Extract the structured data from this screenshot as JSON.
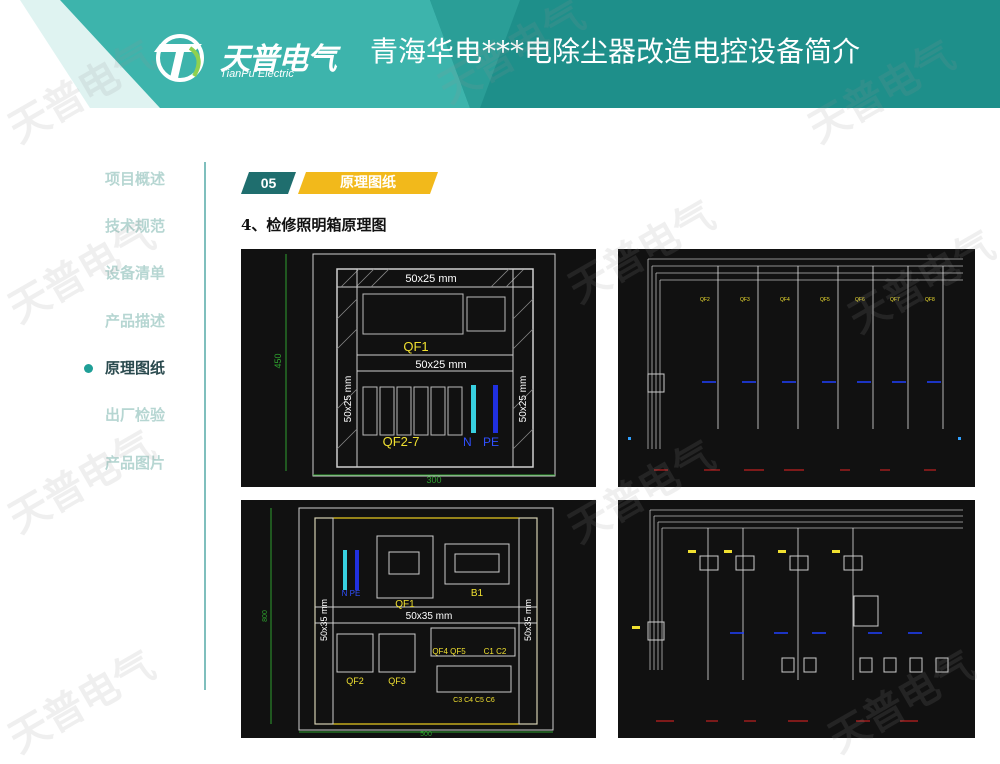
{
  "header": {
    "logo_text": "天普电气",
    "logo_sub": "TianPu Electric",
    "title": "青海华电***电除尘器改造电控设备简介"
  },
  "nav": {
    "items": [
      "项目概述",
      "技术规范",
      "设备清单",
      "产品描述",
      "原理图纸",
      "出厂检验",
      "产品图片"
    ],
    "active_index": 4
  },
  "section": {
    "number": "05",
    "label": "原理图纸"
  },
  "subtitle": "4、检修照明箱原理图",
  "drawing1": {
    "top_bar": "50x25 mm",
    "mid_bar": "50x25 mm",
    "side_left": "50x25 mm",
    "side_right": "50x25 mm",
    "qf1": "QF1",
    "qf27": "QF2-7",
    "n": "N",
    "pe": "PE",
    "dim_h": "450",
    "dim_w": "300"
  },
  "drawing3": {
    "bar": "50x35 mm",
    "side_left": "50x35 mm",
    "side_right": "50x35 mm",
    "np": "N PE",
    "qf1": "QF1",
    "b1": "B1",
    "qf2": "QF2",
    "qf3": "QF3",
    "qf4qf5": "QF4 QF5",
    "c1c2": "C1 C2",
    "c3c8": "C3 C4 C5 C6",
    "dim_w": "500",
    "dim_h": "800"
  },
  "colors": {
    "teal": "#1f9f97",
    "dark_teal": "#1f6e6e",
    "yellow": "#f2b91b"
  }
}
